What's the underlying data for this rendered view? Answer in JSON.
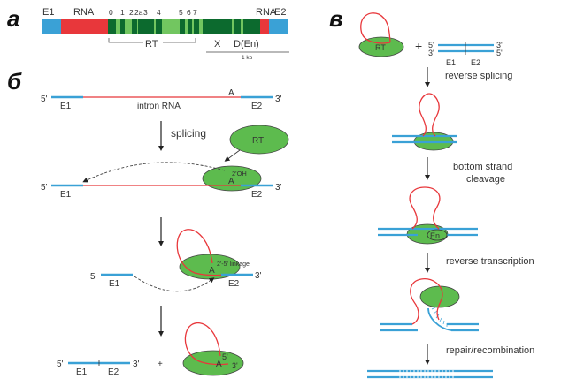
{
  "colors": {
    "exon": "#3aa1d6",
    "rna": "#e8373b",
    "rt_dark": "#0c6a2e",
    "rt_light": "#72c660",
    "protein": "#5dbb4e",
    "text": "#333333"
  },
  "panel_a": {
    "label": "а",
    "left_exon": "E1",
    "left_rna": "RNA",
    "right_rna": "RNA",
    "right_exon": "E2",
    "domain_numbers": [
      "0",
      "1",
      "2",
      "2a",
      "3",
      "4",
      "5",
      "6",
      "7"
    ],
    "rt_bracket": "RT",
    "x_domain": "X",
    "d_domain": "D(En)",
    "scale": "1 kb"
  },
  "panel_b": {
    "label": "б",
    "step1": {
      "five": "5'",
      "three": "3'",
      "e1": "E1",
      "e2": "E2",
      "intron": "intron RNA",
      "branch": "A"
    },
    "splicing": "splicing",
    "rt": "RT",
    "step2": {
      "five": "5'",
      "three": "3'",
      "e1": "E1",
      "e2": "E2",
      "oh": "2'OH",
      "branch": "A"
    },
    "step3": {
      "five": "5'",
      "three": "3'",
      "e1": "E1",
      "e2": "E2",
      "branch": "A",
      "linkage": "2'-5' linkage"
    },
    "step4": {
      "five": "5'",
      "three": "3'",
      "e1": "E1",
      "e2": "E2",
      "plus": "+",
      "branch": "A",
      "five_lariat": "5'",
      "three_lariat": "3'"
    }
  },
  "panel_v": {
    "label": "в",
    "rt": "RT",
    "plus": "+",
    "dna": {
      "top_five": "5'",
      "top_three": "3'",
      "bot_three": "3'",
      "bot_five": "5'",
      "e1": "E1",
      "e2": "E2"
    },
    "steps": [
      "reverse splicing",
      "bottom strand",
      "cleavage",
      "reverse transcription",
      "repair/recombination"
    ],
    "en": "En"
  }
}
